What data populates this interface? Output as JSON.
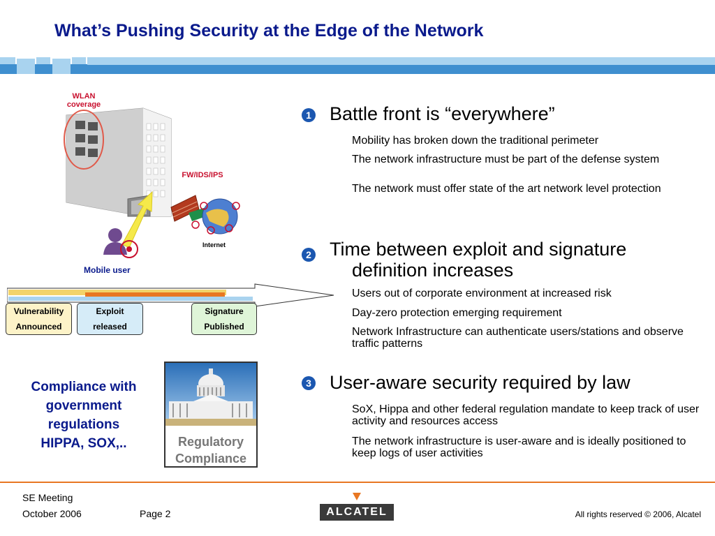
{
  "title": "What’s Pushing Security at the Edge of the Network",
  "diagram": {
    "wlan_label": "WLAN",
    "wlan_sub": "coverage",
    "fw_label": "FW/IDS/IPS",
    "internet_label": "Internet",
    "mobile_label": "Mobile user"
  },
  "timeline": {
    "box1_line1": "Vulnerability",
    "box1_line2": "Announced",
    "box2_line1": "Exploit",
    "box2_line2": "released",
    "box3_line1": "Signature",
    "box3_line2": "Published"
  },
  "compliance": {
    "line1": "Compliance with",
    "line2": "government",
    "line3": "regulations",
    "line4": "HIPPA, SOX,..",
    "image_line1": "Regulatory",
    "image_line2": "Compliance"
  },
  "points": [
    {
      "num": "1",
      "heading": "Battle front is “everywhere”",
      "subs": [
        "Mobility has broken down the traditional perimeter",
        "The network infrastructure must be part of the defense system",
        "The network must offer state of the art network level protection"
      ]
    },
    {
      "num": "2",
      "heading_line1": "Time between exploit and signature",
      "heading_line2": "definition increases",
      "subs": [
        "Users out of corporate environment at increased risk",
        "Day-zero protection emerging requirement",
        "Network Infrastructure can authenticate users/stations and observe traffic patterns"
      ]
    },
    {
      "num": "3",
      "heading": "User-aware security required by law",
      "subs": [
        "SoX, Hippa and other federal regulation mandate to keep track of user activity and resources access",
        "The network infrastructure is user-aware and is ideally positioned to keep logs of user activities"
      ]
    }
  ],
  "footer": {
    "meeting": "SE Meeting",
    "date": "October 2006",
    "page": "Page 2",
    "logo": "ALCATEL",
    "rights": "All rights reserved © 2006, Alcatel"
  },
  "colors": {
    "title": "#0a1a8c",
    "accent_orange": "#e87722",
    "bullet_blue": "#1b57b0",
    "label_red": "#c8102e"
  }
}
